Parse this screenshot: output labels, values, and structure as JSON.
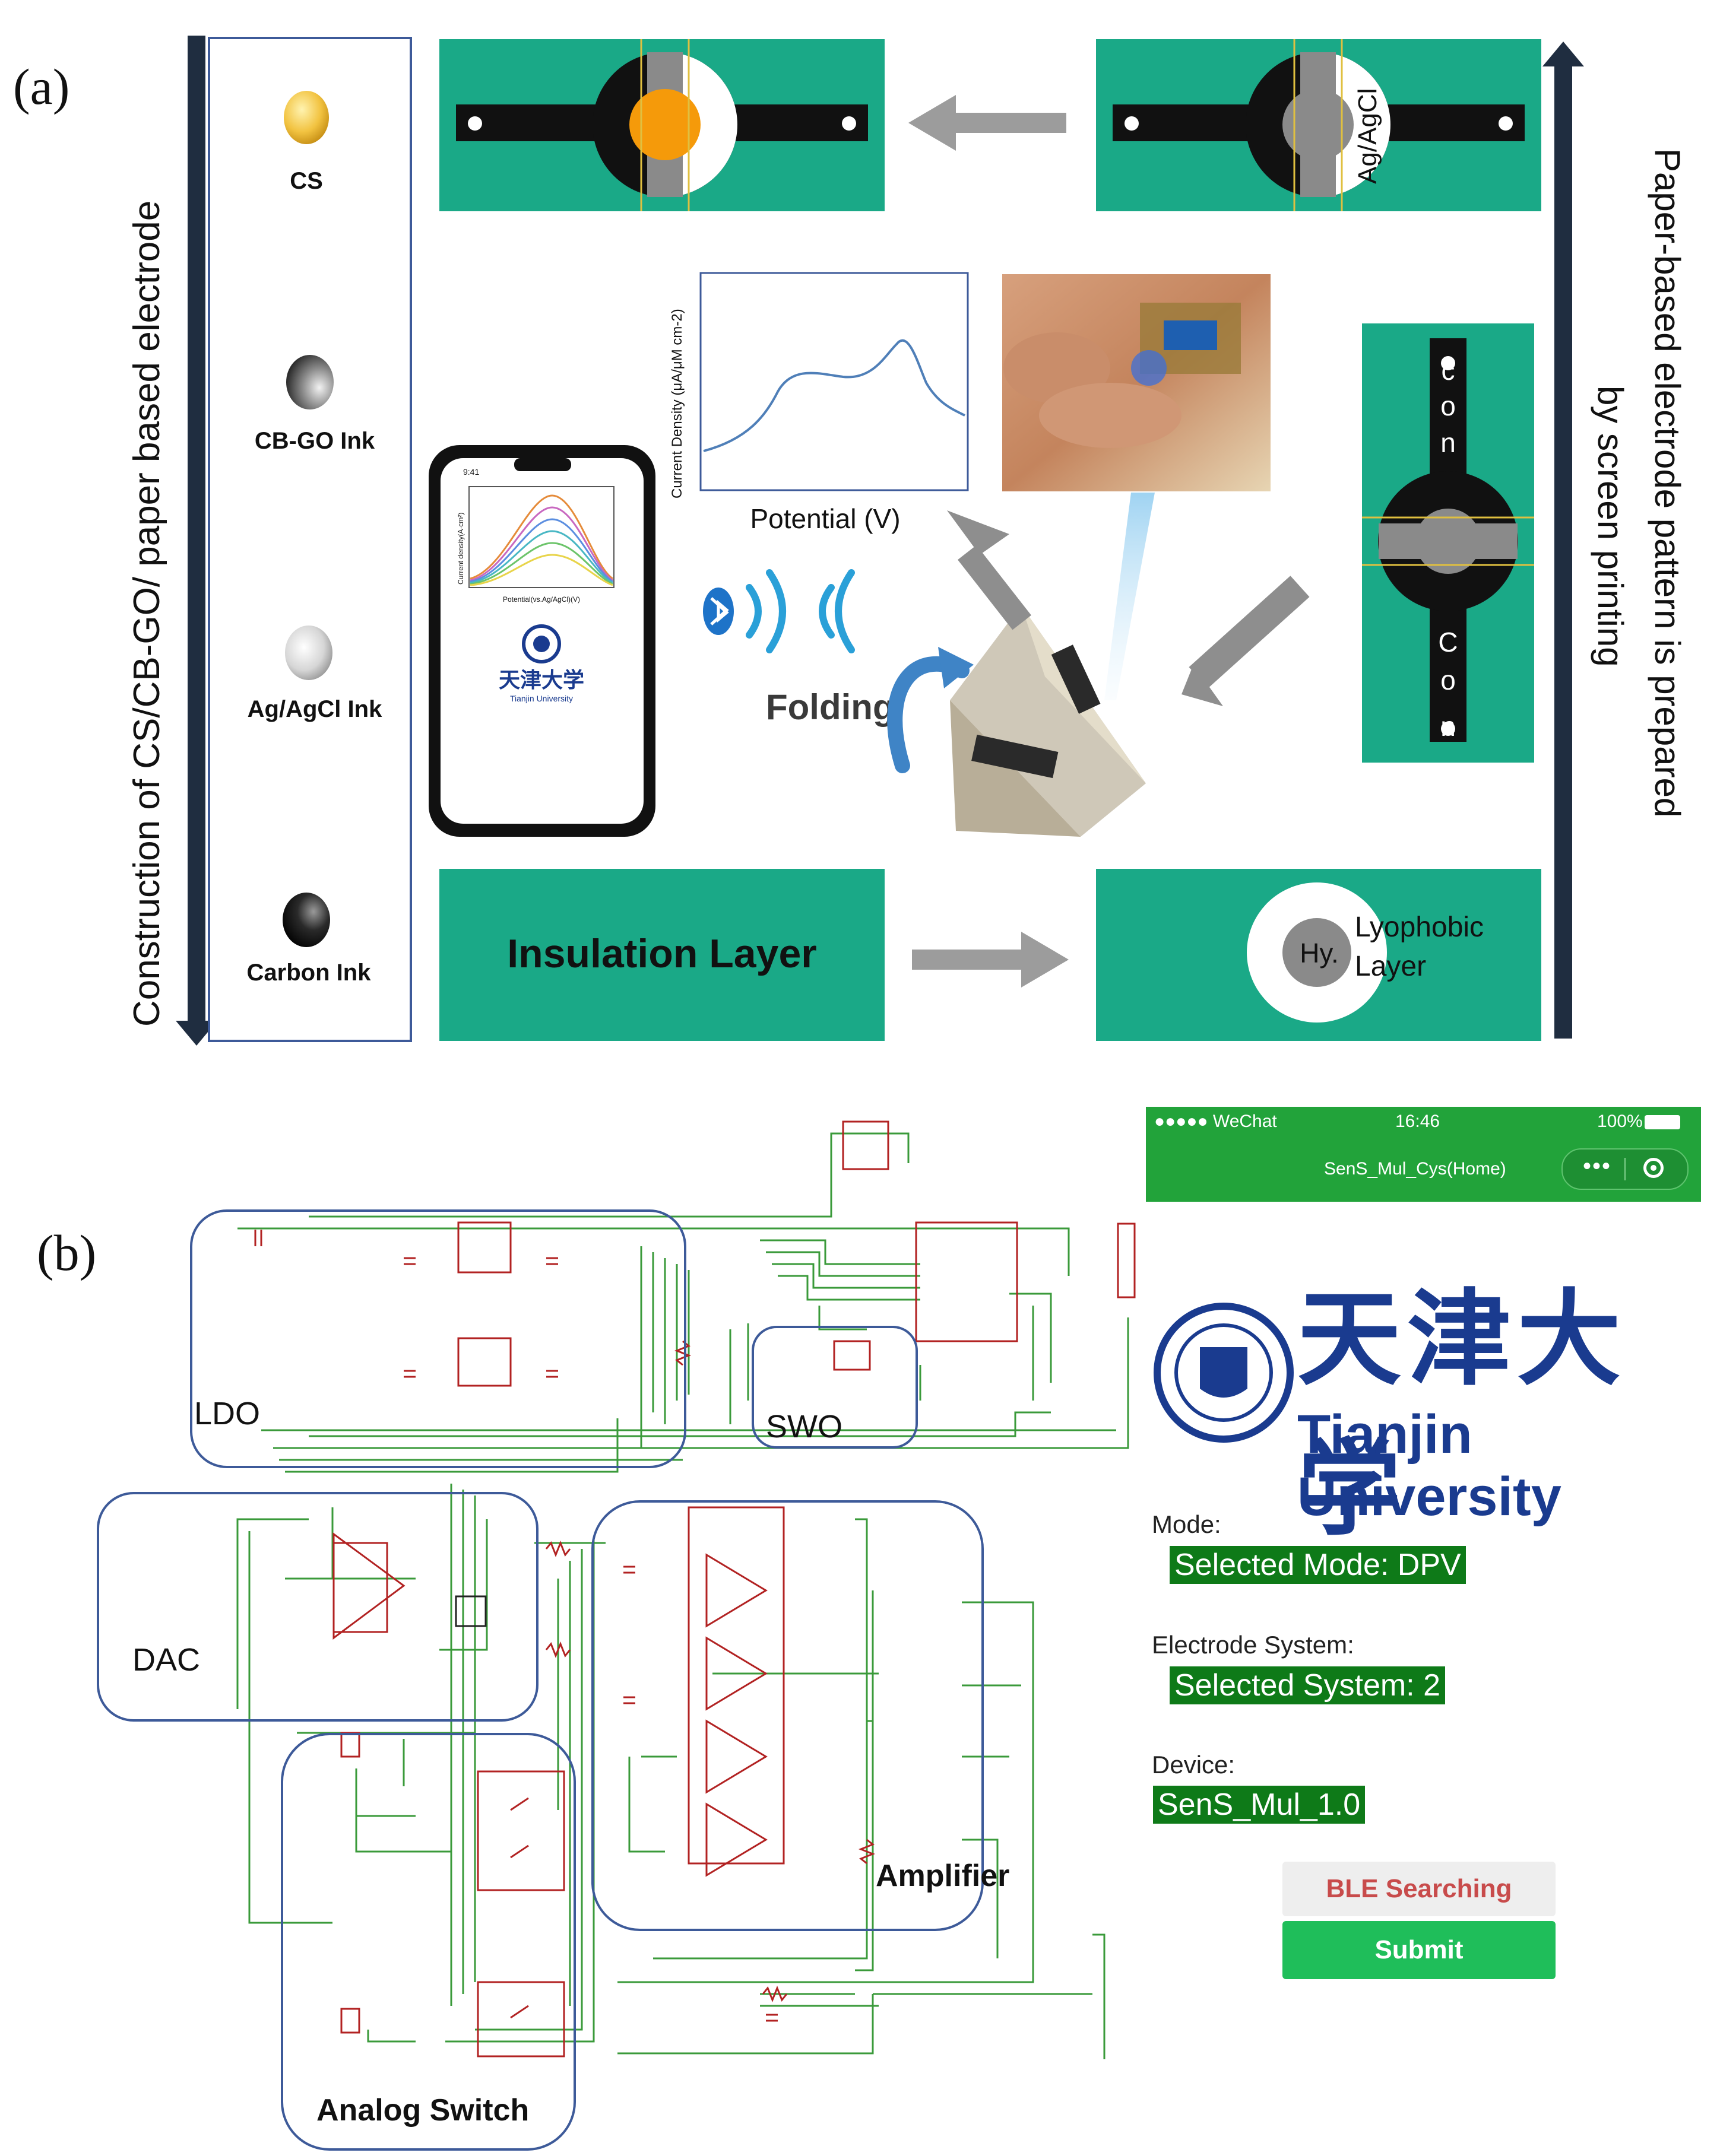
{
  "panel_a": {
    "label": "(a)",
    "left_axis_label": "Construction of CS/CB-GO/ paper based electrode",
    "right_axis_label_line1": "Paper-based electrode pattern is prepared",
    "right_axis_label_line2": "by screen printing",
    "inks": [
      "CS",
      "CB-GO Ink",
      "Ag/AgCl Ink",
      "Carbon Ink"
    ],
    "agcl_label": "Ag/AgCl",
    "con_top": [
      "c",
      "o",
      "n"
    ],
    "con_bottom": [
      "C",
      "o",
      "n"
    ],
    "insulation_label": "Insulation Layer",
    "hy_label": "Hy.",
    "lyophobic_line1": "Lyophobic",
    "lyophobic_line2": "Layer",
    "inset_ylabel": "Current Density (μA/μM cm-2)",
    "inset_xlabel": "Potential (V)",
    "folding_label": "Folding",
    "phone_time": "9:41",
    "phone_ylabel": "Current density(A·cm²)",
    "phone_xlabel": "Potential(vs.Ag/AgCl)(V)",
    "phone_logo_cn": "天津大学",
    "phone_logo_en": "Tianjin University"
  },
  "panel_b": {
    "label": "(b)",
    "blocks": [
      "LDO",
      "SWO",
      "DAC",
      "Amplifier",
      "Analog Switch"
    ]
  },
  "app": {
    "carrier": "●●●●● WeChat",
    "time": "16:46",
    "battery": "100%",
    "title": "SenS_Mul_Cys(Home)",
    "university_cn": "天津大学",
    "university_en": "Tianjin University",
    "mode_label": "Mode:",
    "mode_value": "Selected Mode: DPV",
    "electrode_label": "Electrode System:",
    "electrode_value": "Selected System: 2",
    "device_label": "Device:",
    "device_value": "SenS_Mul_1.0",
    "ble_button": "BLE Searching",
    "submit_button": "Submit"
  },
  "colors": {
    "electrode_green": "#1aa987",
    "cs_orange": "#f59a0a",
    "dark_arrow": "#1f2d40",
    "box_blue": "#3d5a99",
    "trace_green": "#3a9a3a",
    "component_red": "#b22222",
    "wechat_green": "#22a33a",
    "selected_green": "#0e7a18",
    "submit_green": "#1fbe5a",
    "university_blue": "#1a3b8f"
  }
}
